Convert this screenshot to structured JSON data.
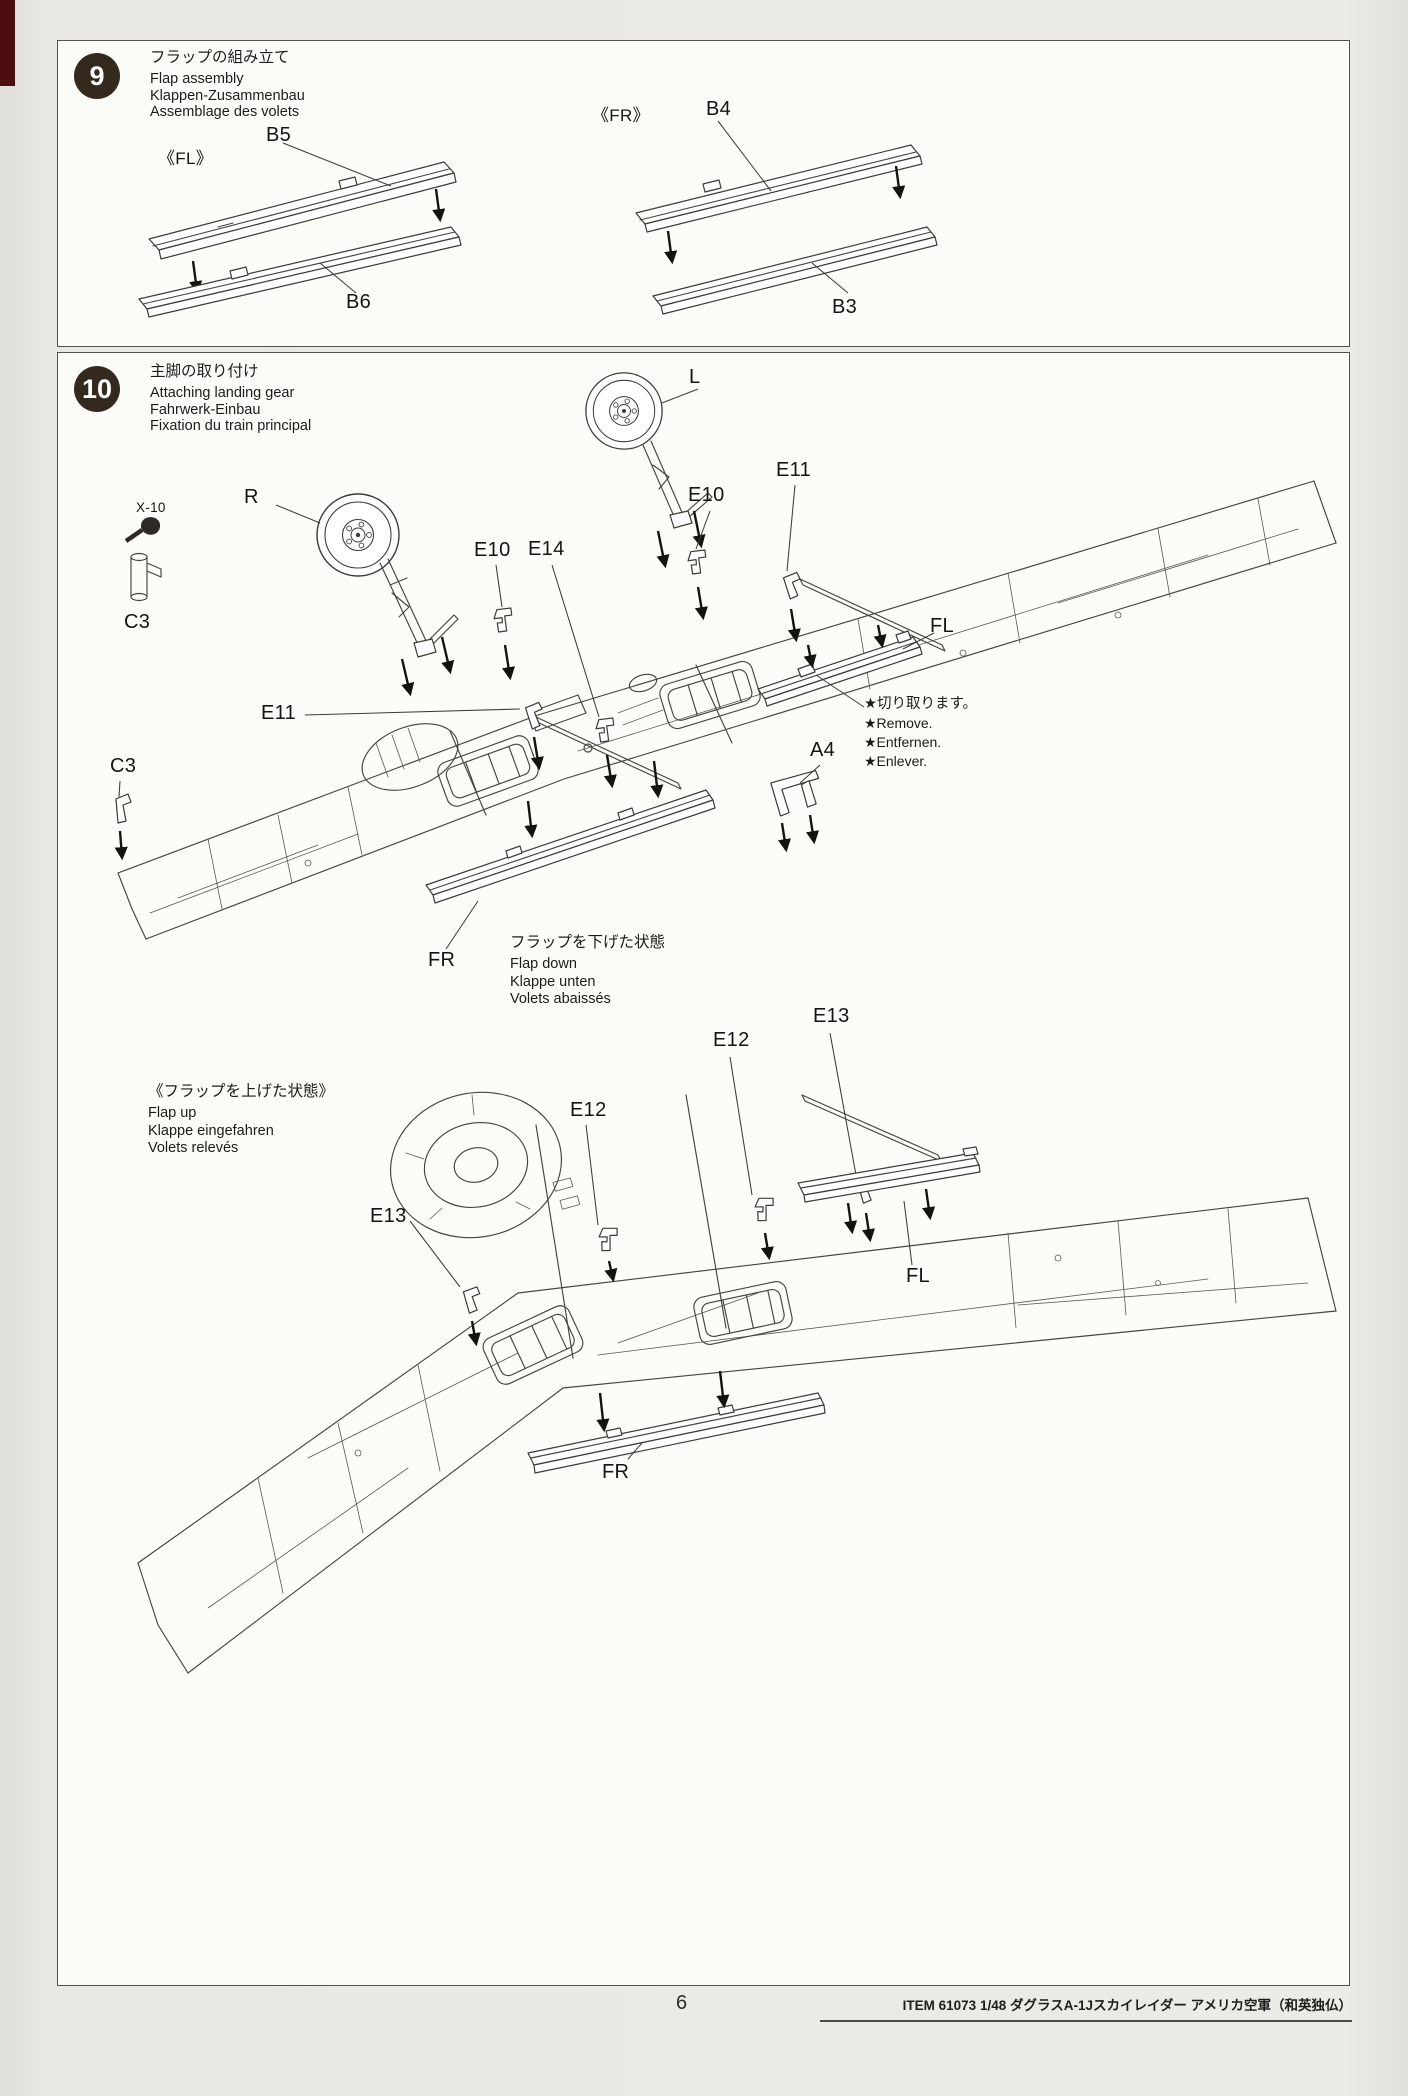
{
  "page": {
    "number": "6",
    "footer_item": "ITEM 61073  1/48 ダグラスA-1Jスカイレイダー アメリカ空軍（和英独仏）",
    "accent_color": "#33291f",
    "line_color": "#45453f"
  },
  "step9": {
    "number": "9",
    "titles": {
      "ja": "フラップの組み立て",
      "en": "Flap assembly",
      "de": "Klappen-Zusammenbau",
      "fr": "Assemblage des volets"
    },
    "labels": {
      "fl": "《FL》",
      "fr": "《FR》",
      "b5": "B5",
      "b6": "B6",
      "b4": "B4",
      "b3": "B3"
    }
  },
  "step10": {
    "number": "10",
    "titles": {
      "ja": "主脚の取り付け",
      "en": "Attaching landing gear",
      "de": "Fahrwerk-Einbau",
      "fr": "Fixation du train principal"
    },
    "glue_label": "X-10",
    "parts": {
      "l": "L",
      "r": "R",
      "e10": "E10",
      "e11": "E11",
      "e14": "E14",
      "e12": "E12",
      "e13": "E13",
      "a4": "A4",
      "c3": "C3",
      "fl": "FL",
      "fr": "FR"
    },
    "remove_note": [
      "★切り取ります。",
      "★Remove.",
      "★Entfernen.",
      "★Enlever."
    ],
    "flap_down": [
      "フラップを下げた状態",
      "Flap down",
      "Klappe unten",
      "Volets abaissés"
    ],
    "flap_up": [
      "《フラップを上げた状態》",
      "Flap up",
      "Klappe eingefahren",
      "Volets relevés"
    ]
  }
}
